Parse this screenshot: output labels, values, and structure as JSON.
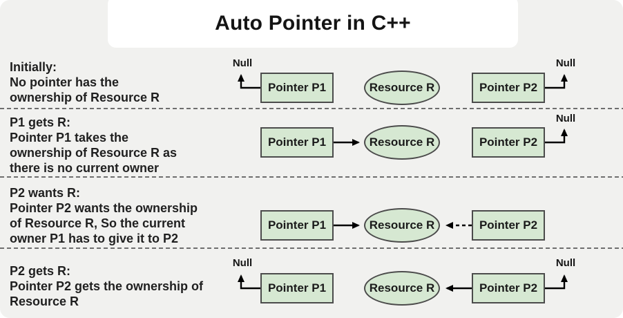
{
  "title": "Auto Pointer in C++",
  "labels": {
    "pointer_p1": "Pointer P1",
    "pointer_p2": "Pointer P2",
    "resource": "Resource R",
    "null_label": "Null"
  },
  "colors": {
    "background": "#f1f1ef",
    "title_panel": "#ffffff",
    "shape_fill": "#d6e8d2",
    "shape_border": "#4b4b4b",
    "text": "#1f1f1f",
    "arrow": "#000000",
    "divider": "#6e6e6e"
  },
  "rows": [
    {
      "heading": "Initially:",
      "lines": [
        "No pointer has the",
        "ownership of Resource R"
      ]
    },
    {
      "heading": "P1 gets R:",
      "lines": [
        "Pointer P1 takes the",
        "ownership of Resource R as",
        "there is no current owner"
      ]
    },
    {
      "heading": "P2 wants R:",
      "lines": [
        "Pointer P2 wants the ownership",
        "of Resource R, So the current",
        "owner P1 has to give it to P2"
      ]
    },
    {
      "heading": "P2 gets R:",
      "lines": [
        "Pointer P2 gets the ownership of",
        "Resource R"
      ]
    }
  ]
}
